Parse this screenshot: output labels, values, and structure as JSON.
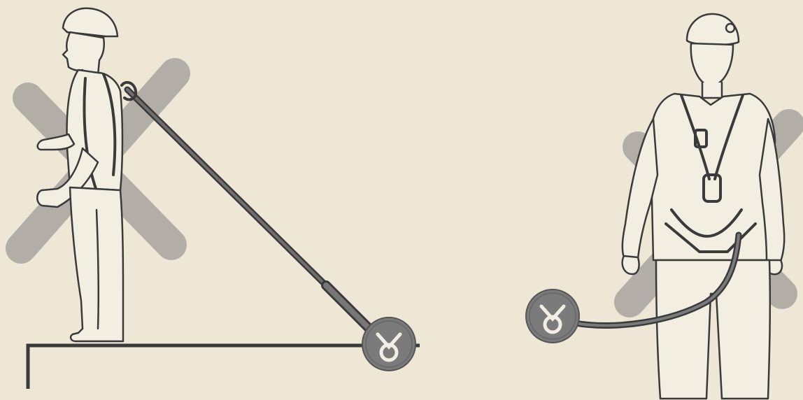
{
  "scene": {
    "panels": [
      {
        "id": "left",
        "subject": "worker-side-view",
        "status": "incorrect"
      },
      {
        "id": "right",
        "subject": "worker-front-view",
        "status": "incorrect"
      }
    ],
    "colors": {
      "paper": "#eee7d6",
      "ink": "#3a3a3a",
      "cross": "#a6a39e",
      "device": "#7b7b7b",
      "device_logo": "#f2eee6"
    }
  }
}
